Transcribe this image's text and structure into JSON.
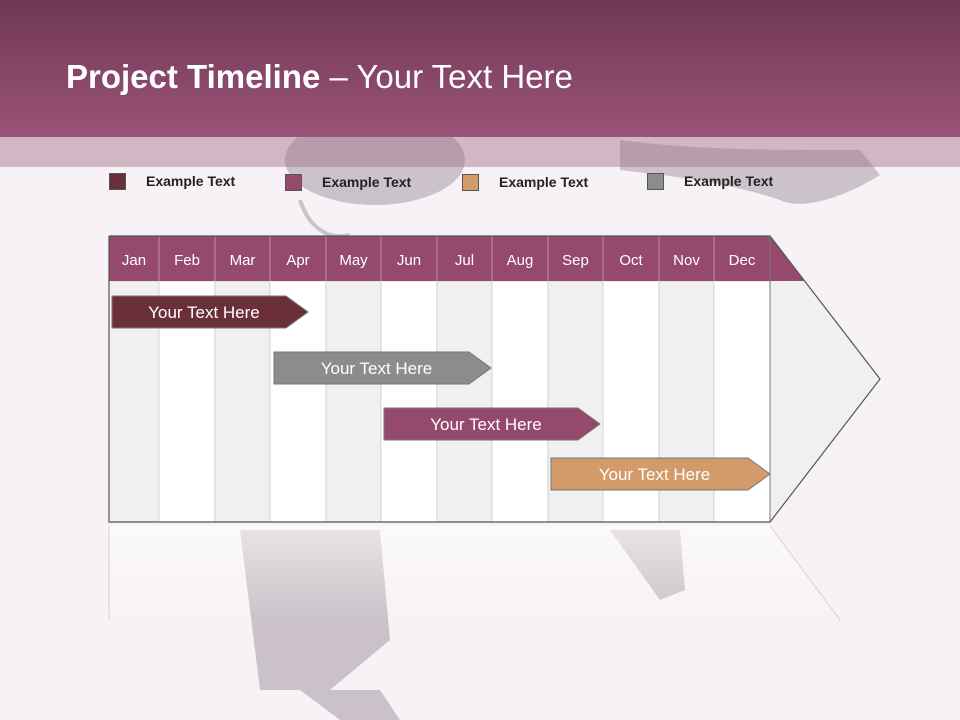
{
  "slide": {
    "title_bold": "Project Timeline",
    "title_rest": " – Your Text Here"
  },
  "legend": [
    {
      "label": "Example Text",
      "color": "#6b2f3a"
    },
    {
      "label": "Example Text",
      "color": "#94496d"
    },
    {
      "label": "Example Text",
      "color": "#d29b69"
    },
    {
      "label": "Example Text",
      "color": "#8c8c8c"
    }
  ],
  "chart_data": {
    "type": "gantt",
    "months": [
      "Jan",
      "Feb",
      "Mar",
      "Apr",
      "May",
      "Jun",
      "Jul",
      "Aug",
      "Sep",
      "Oct",
      "Nov",
      "Dec"
    ],
    "tasks": [
      {
        "label": "Your  Text Here",
        "start_month": "Jan",
        "end_month": "Apr",
        "color": "#6b2f3a"
      },
      {
        "label": "Your  Text Here",
        "start_month": "Apr",
        "end_month": "Jul",
        "color": "#8c8c8c"
      },
      {
        "label": "Your  Text Here",
        "start_month": "Jun",
        "end_month": "Sep",
        "color": "#94496d"
      },
      {
        "label": "Your  Text Here",
        "start_month": "Sep",
        "end_month": "Dec",
        "color": "#d29b69"
      }
    ],
    "header_color": "#94496d"
  }
}
